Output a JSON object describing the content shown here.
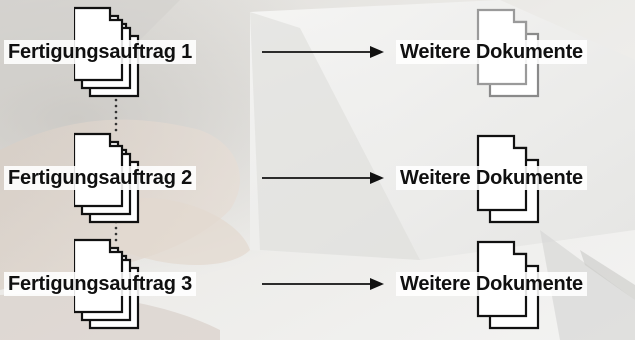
{
  "rows": [
    {
      "source_label": "Fertigungsauftrag 1",
      "target_label": "Weitere Dokumente"
    },
    {
      "source_label": "Fertigungsauftrag 2",
      "target_label": "Weitere Dokumente"
    },
    {
      "source_label": "Fertigungsauftrag 3",
      "target_label": "Weitere Dokumente"
    }
  ],
  "colors": {
    "label_text": "#101010",
    "arrow": "#111111",
    "doc_stroke": "#111111",
    "doc_fill": "#ffffff",
    "faded_doc_stroke": "#8a8a8a"
  },
  "icons": {
    "source_document": "stacked-documents-icon",
    "target_document": "stacked-documents-icon",
    "connector": "right-arrow-icon",
    "link": "dotted-vertical-line"
  }
}
